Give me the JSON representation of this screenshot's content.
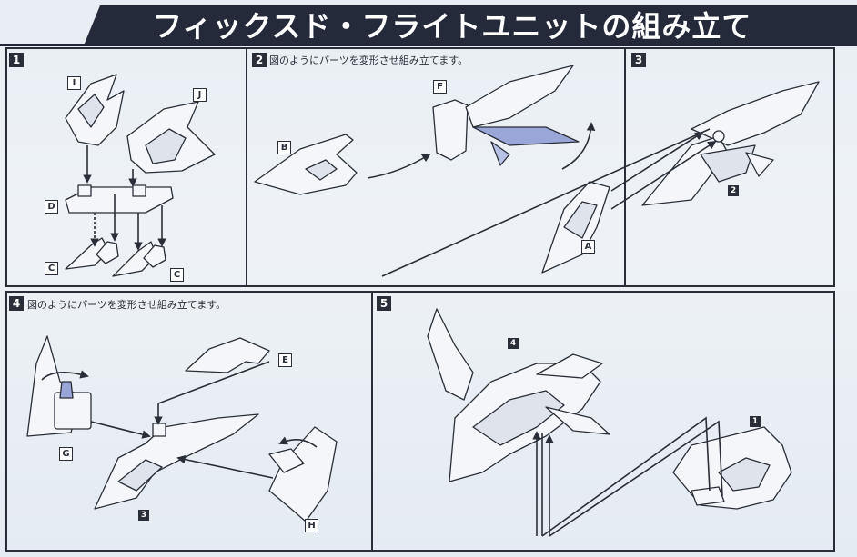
{
  "title": "フィックスド・フライトユニットの組み立て",
  "steps": [
    {
      "num": "1",
      "text": ""
    },
    {
      "num": "2",
      "text": "図のようにパーツを変形させ組み立てます。"
    },
    {
      "num": "3",
      "text": ""
    },
    {
      "num": "4",
      "text": "図のようにパーツを変形させ組み立てます。"
    },
    {
      "num": "5",
      "text": ""
    }
  ],
  "part_labels": {
    "step1": [
      "I",
      "J",
      "D",
      "C",
      "C"
    ],
    "step2": [
      "B",
      "F"
    ],
    "step3": [
      "A",
      "2"
    ],
    "step4": [
      "E",
      "G",
      "3",
      "H"
    ],
    "step5": [
      "4",
      "1"
    ]
  },
  "colors": {
    "title_bg": "#242a3a",
    "line": "#2a2e38",
    "paper": "#e9eef4",
    "accent_blue": "#9aa6d8"
  }
}
